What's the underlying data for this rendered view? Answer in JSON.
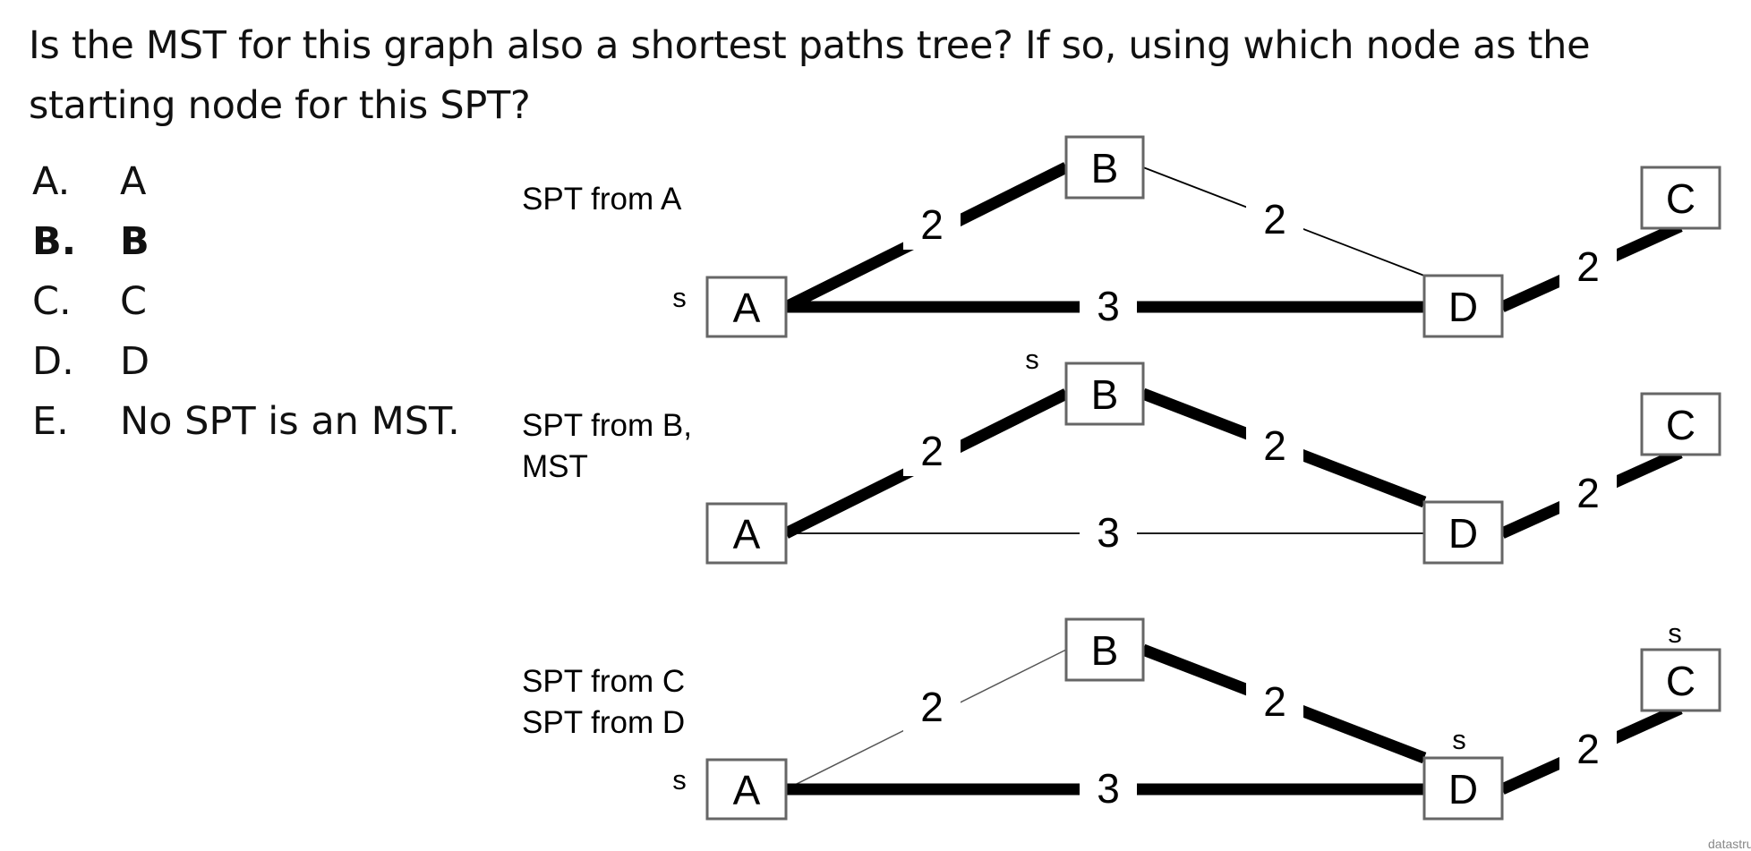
{
  "question": "Is the MST for this graph also a shortest paths tree? If so, using which node as the starting node for this SPT?",
  "answers": [
    {
      "letter": "A.",
      "text": "A",
      "correct": false
    },
    {
      "letter": "B.",
      "text": "B",
      "correct": true
    },
    {
      "letter": "C.",
      "text": "C",
      "correct": false
    },
    {
      "letter": "D.",
      "text": "D",
      "correct": false
    },
    {
      "letter": "E.",
      "text": "No SPT is an MST.",
      "correct": false
    }
  ],
  "source_marker": "s",
  "panels": [
    {
      "captions": [
        "SPT from A"
      ],
      "sources": [
        "A"
      ],
      "edges": [
        {
          "from": "A",
          "to": "B",
          "weight": "2",
          "bold": true
        },
        {
          "from": "B",
          "to": "D",
          "weight": "2",
          "bold": false
        },
        {
          "from": "A",
          "to": "D",
          "weight": "3",
          "bold": true
        },
        {
          "from": "D",
          "to": "C",
          "weight": "2",
          "bold": true
        }
      ]
    },
    {
      "captions": [
        "SPT from B,",
        "MST"
      ],
      "sources": [
        "B"
      ],
      "edges": [
        {
          "from": "A",
          "to": "B",
          "weight": "2",
          "bold": true
        },
        {
          "from": "B",
          "to": "D",
          "weight": "2",
          "bold": true
        },
        {
          "from": "A",
          "to": "D",
          "weight": "3",
          "bold": false
        },
        {
          "from": "D",
          "to": "C",
          "weight": "2",
          "bold": true
        }
      ]
    },
    {
      "captions": [
        "SPT from C",
        "SPT from D"
      ],
      "sources": [
        "A",
        "D",
        "C"
      ],
      "edges": [
        {
          "from": "A",
          "to": "B",
          "weight": "2",
          "bold": false
        },
        {
          "from": "B",
          "to": "D",
          "weight": "2",
          "bold": true
        },
        {
          "from": "A",
          "to": "D",
          "weight": "3",
          "bold": true
        },
        {
          "from": "D",
          "to": "C",
          "weight": "2",
          "bold": true
        }
      ]
    }
  ],
  "credit": "datastructur"
}
